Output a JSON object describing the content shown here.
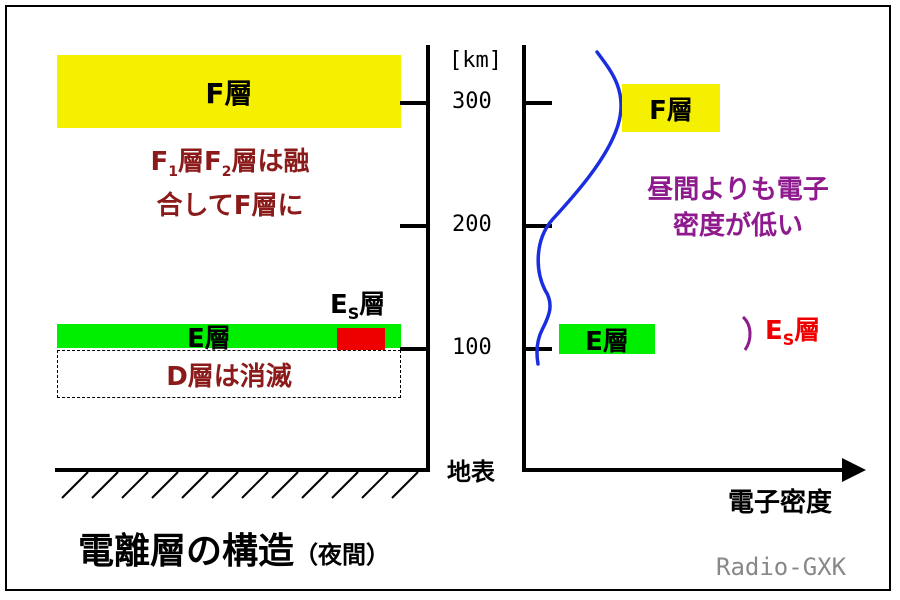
{
  "left_panel": {
    "f_layer_label": "F層",
    "merge_note_line1_parts": [
      "F",
      "1",
      "層F",
      "2",
      "層は融"
    ],
    "merge_note_line2": "合してF層に",
    "e_layer_label": "E層",
    "es_label_main": "E",
    "es_label_sub": "S",
    "es_label_suffix": "層",
    "d_layer_label": "D層は消滅"
  },
  "altitude_axis": {
    "unit": "[km]",
    "ticks": [
      "300",
      "200",
      "100"
    ],
    "ground_label": "地表"
  },
  "right_panel": {
    "f_layer_label": "F層",
    "e_layer_label": "E層",
    "density_note_line1": "昼間よりも電子",
    "density_note_line2": "密度が低い",
    "es_label_main": "E",
    "es_label_sub": "S",
    "es_label_suffix": "層",
    "x_axis_label": "電子密度"
  },
  "title": {
    "main": "電離層の構造",
    "sub": "（夜間）"
  },
  "credit": "Radio-GXK",
  "colors": {
    "f_layer": "#f5f000",
    "e_layer": "#00ee00",
    "es_patch": "#ee0000",
    "profile_curve": "#1a2ee0",
    "note_red": "#8b1a1a",
    "note_purple": "#8e1a8e",
    "es_red": "#ee0000"
  }
}
